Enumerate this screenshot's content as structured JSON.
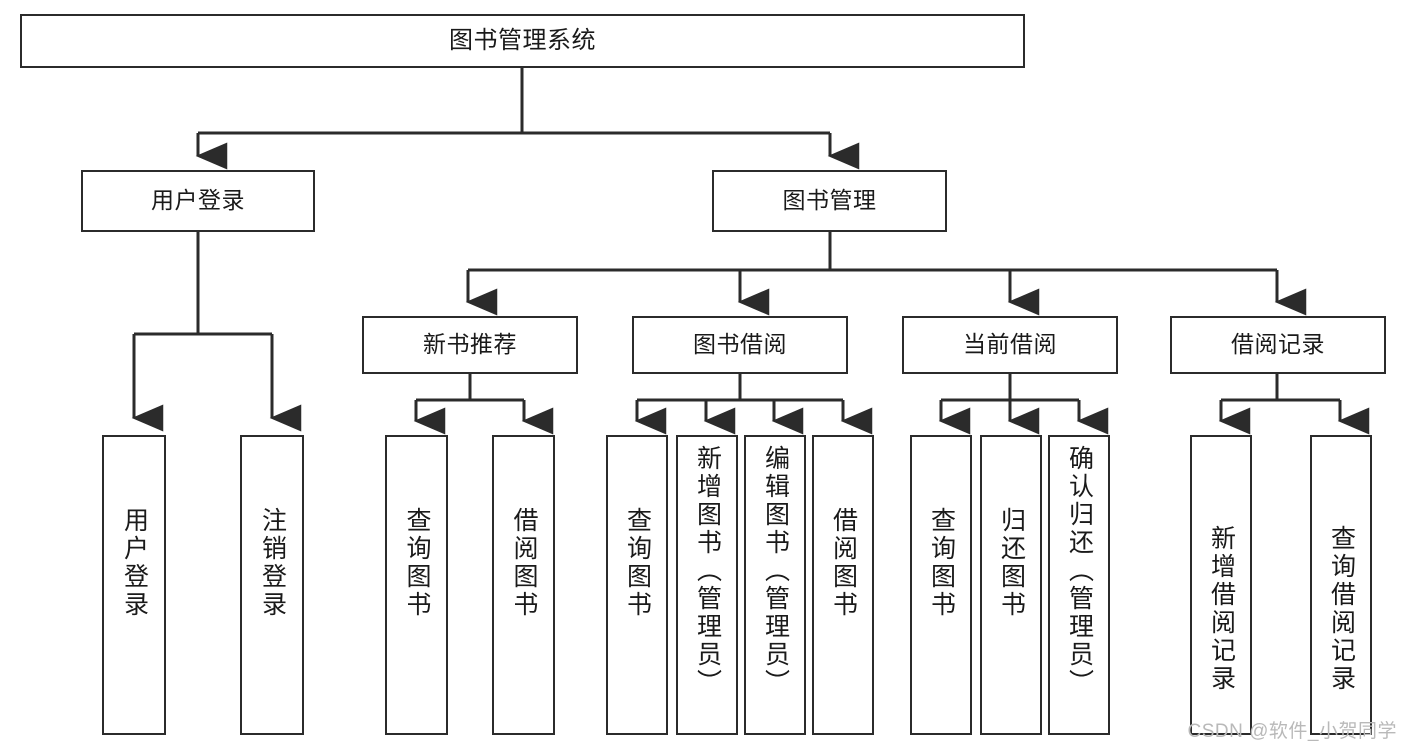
{
  "diagram": {
    "title": "图书管理系统",
    "type": "tree-hierarchy",
    "orientation": "top-down",
    "colors": {
      "box_border": "#2b2b2b",
      "box_fill": "#ffffff",
      "edge": "#2b2b2b",
      "text": "#1a1a1a",
      "watermark": "#b9b9b9",
      "background": "#ffffff"
    },
    "nodes": {
      "root": {
        "label": "图书管理系统"
      },
      "level2": [
        {
          "label": "用户登录"
        },
        {
          "label": "图书管理"
        }
      ],
      "level3": [
        {
          "label": "新书推荐"
        },
        {
          "label": "图书借阅"
        },
        {
          "label": "当前借阅"
        },
        {
          "label": "借阅记录"
        }
      ],
      "leaves_user_login": [
        {
          "label": "用户登录"
        },
        {
          "label": "注销登录"
        }
      ],
      "leaves_new_book": [
        {
          "label": "查询图书"
        },
        {
          "label": "借阅图书"
        }
      ],
      "leaves_borrow": [
        {
          "label": "查询图书"
        },
        {
          "label": "新增图书（管理员）"
        },
        {
          "label": "编辑图书（管理员）"
        },
        {
          "label": "借阅图书"
        }
      ],
      "leaves_current": [
        {
          "label": "查询图书"
        },
        {
          "label": "归还图书"
        },
        {
          "label": "确认归还（管理员）"
        }
      ],
      "leaves_record": [
        {
          "label": "新增借阅记录"
        },
        {
          "label": "查询借阅记录"
        }
      ]
    },
    "watermark": "CSDN @软件_小贺同学"
  }
}
